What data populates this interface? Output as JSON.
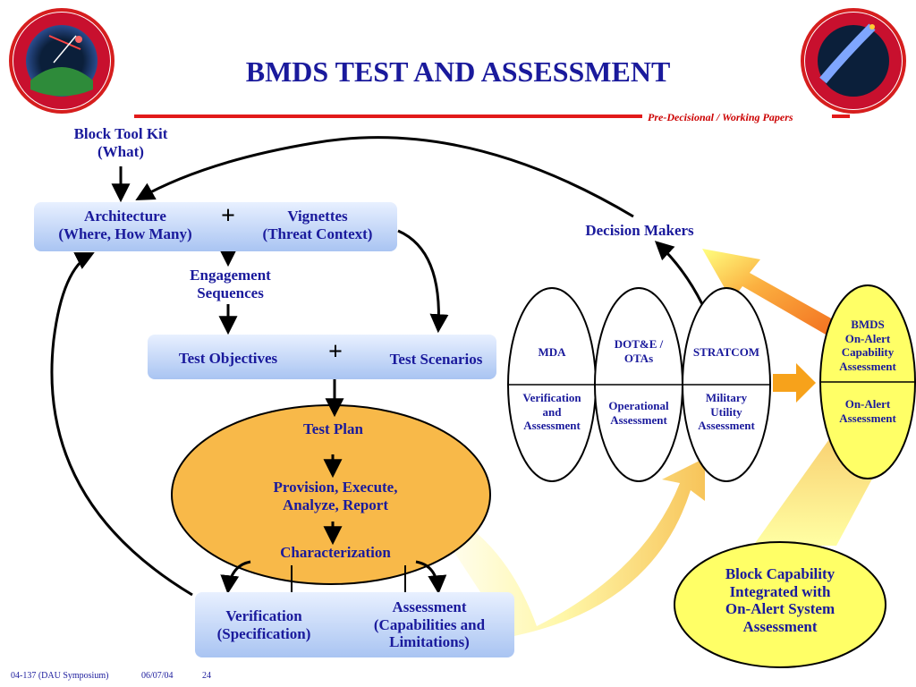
{
  "header": {
    "title": "BMDS TEST AND ASSESSMENT",
    "classification": "Pre-Decisional / Working Papers"
  },
  "left_flow": {
    "block_tool_kit": "Block Tool Kit",
    "block_tool_kit_what": "(What)",
    "architecture": "Architecture",
    "architecture_sub": "(Where, How Many)",
    "vignettes": "Vignettes",
    "vignettes_sub": "(Threat Context)",
    "plus": "+",
    "engagement_1": "Engagement",
    "engagement_2": "Sequences",
    "test_objectives": "Test Objectives",
    "test_scenarios": "Test Scenarios",
    "test_plan": "Test Plan",
    "provision_1": "Provision, Execute,",
    "provision_2": "Analyze, Report",
    "characterization": "Characterization",
    "verification": "Verification",
    "verification_sub": "(Specification)",
    "assessment": "Assessment",
    "assessment_sub1": "(Capabilities and",
    "assessment_sub2": "Limitations)"
  },
  "right_flow": {
    "decision_makers": "Decision Makers",
    "mda": "MDA",
    "mda_role_1": "Verification",
    "mda_role_2": "and",
    "mda_role_3": "Assessment",
    "dote_1": "DOT&E /",
    "dote_2": "OTAs",
    "dote_role_1": "Operational",
    "dote_role_2": "Assessment",
    "stratcom": "STRATCOM",
    "stratcom_role_1": "Military",
    "stratcom_role_2": "Utility",
    "stratcom_role_3": "Assessment",
    "bmds_1": "BMDS",
    "bmds_2": "On-Alert",
    "bmds_3": "Capability",
    "bmds_4": "Assessment",
    "onalert_1": "On-Alert",
    "onalert_2": "Assessment",
    "block_cap_1": "Block Capability",
    "block_cap_2": "Integrated with",
    "block_cap_3": "On-Alert System",
    "block_cap_4": "Assessment"
  },
  "logos": {
    "left_icon": "missile-defense-agency-seal",
    "right_icon": "missile-defense-national-team-seal"
  },
  "footer": {
    "id": "04-137 (DAU Symposium)",
    "date": "06/07/04",
    "page": "24"
  },
  "colors": {
    "navy": "#1a1a9c",
    "red": "#e21a1a",
    "orange": "#f7a21b",
    "yellow": "#ffff66",
    "blue_box": "#a9c4f2"
  }
}
